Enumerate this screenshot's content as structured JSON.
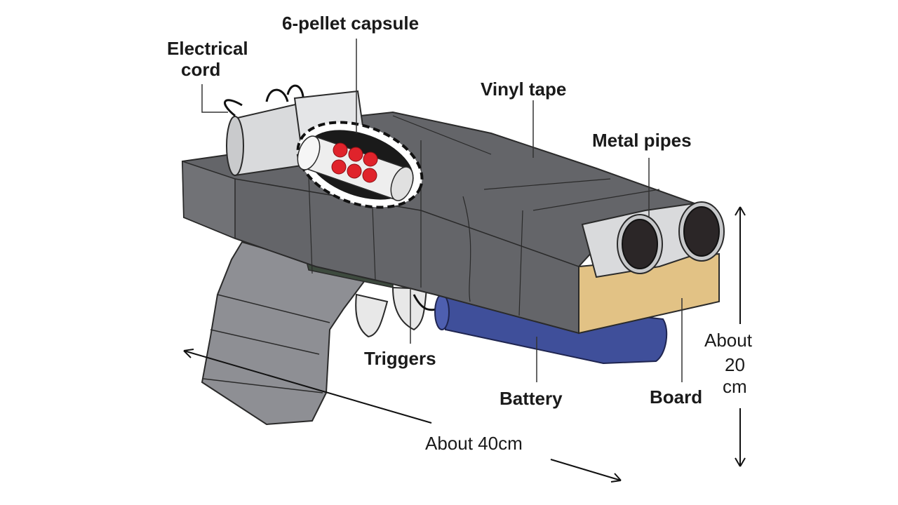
{
  "labels": {
    "electrical_cord_line1": "Electrical",
    "electrical_cord_line2": "cord",
    "capsule": "6-pellet capsule",
    "vinyl_tape": "Vinyl tape",
    "metal_pipes": "Metal pipes",
    "triggers": "Triggers",
    "battery": "Battery",
    "board": "Board",
    "height_line1": "About",
    "height_line2": "20",
    "height_line3": "cm",
    "length": "About 40cm"
  },
  "colors": {
    "tape": "#5f6064",
    "tape_dark": "#4a4b4f",
    "tape_light": "#7a7b80",
    "board": "#e2c285",
    "battery": "#3f4f9a",
    "pipe": "#d9dadc",
    "pellet": "#e0232b",
    "background": "#ffffff"
  }
}
